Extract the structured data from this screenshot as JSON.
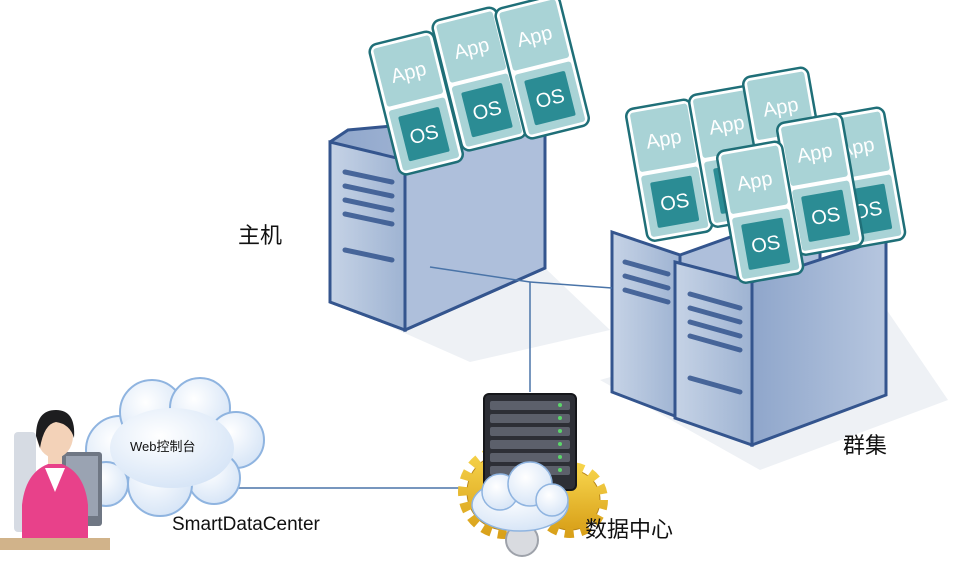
{
  "labels": {
    "host": "主机",
    "cluster": "群集",
    "datacenter": "数据中心",
    "smartdatacenter": "SmartDataCenter",
    "web_console": "Web控制台"
  },
  "vm": {
    "app": "App",
    "os": "OS"
  },
  "colors": {
    "vm_frame": "#1f6f78",
    "vm_light": "#a9d3d6",
    "vm_dark": "#2b8c94",
    "server_body": "#b9c7de",
    "server_edge": "#34558e",
    "line": "#4a74a8"
  }
}
